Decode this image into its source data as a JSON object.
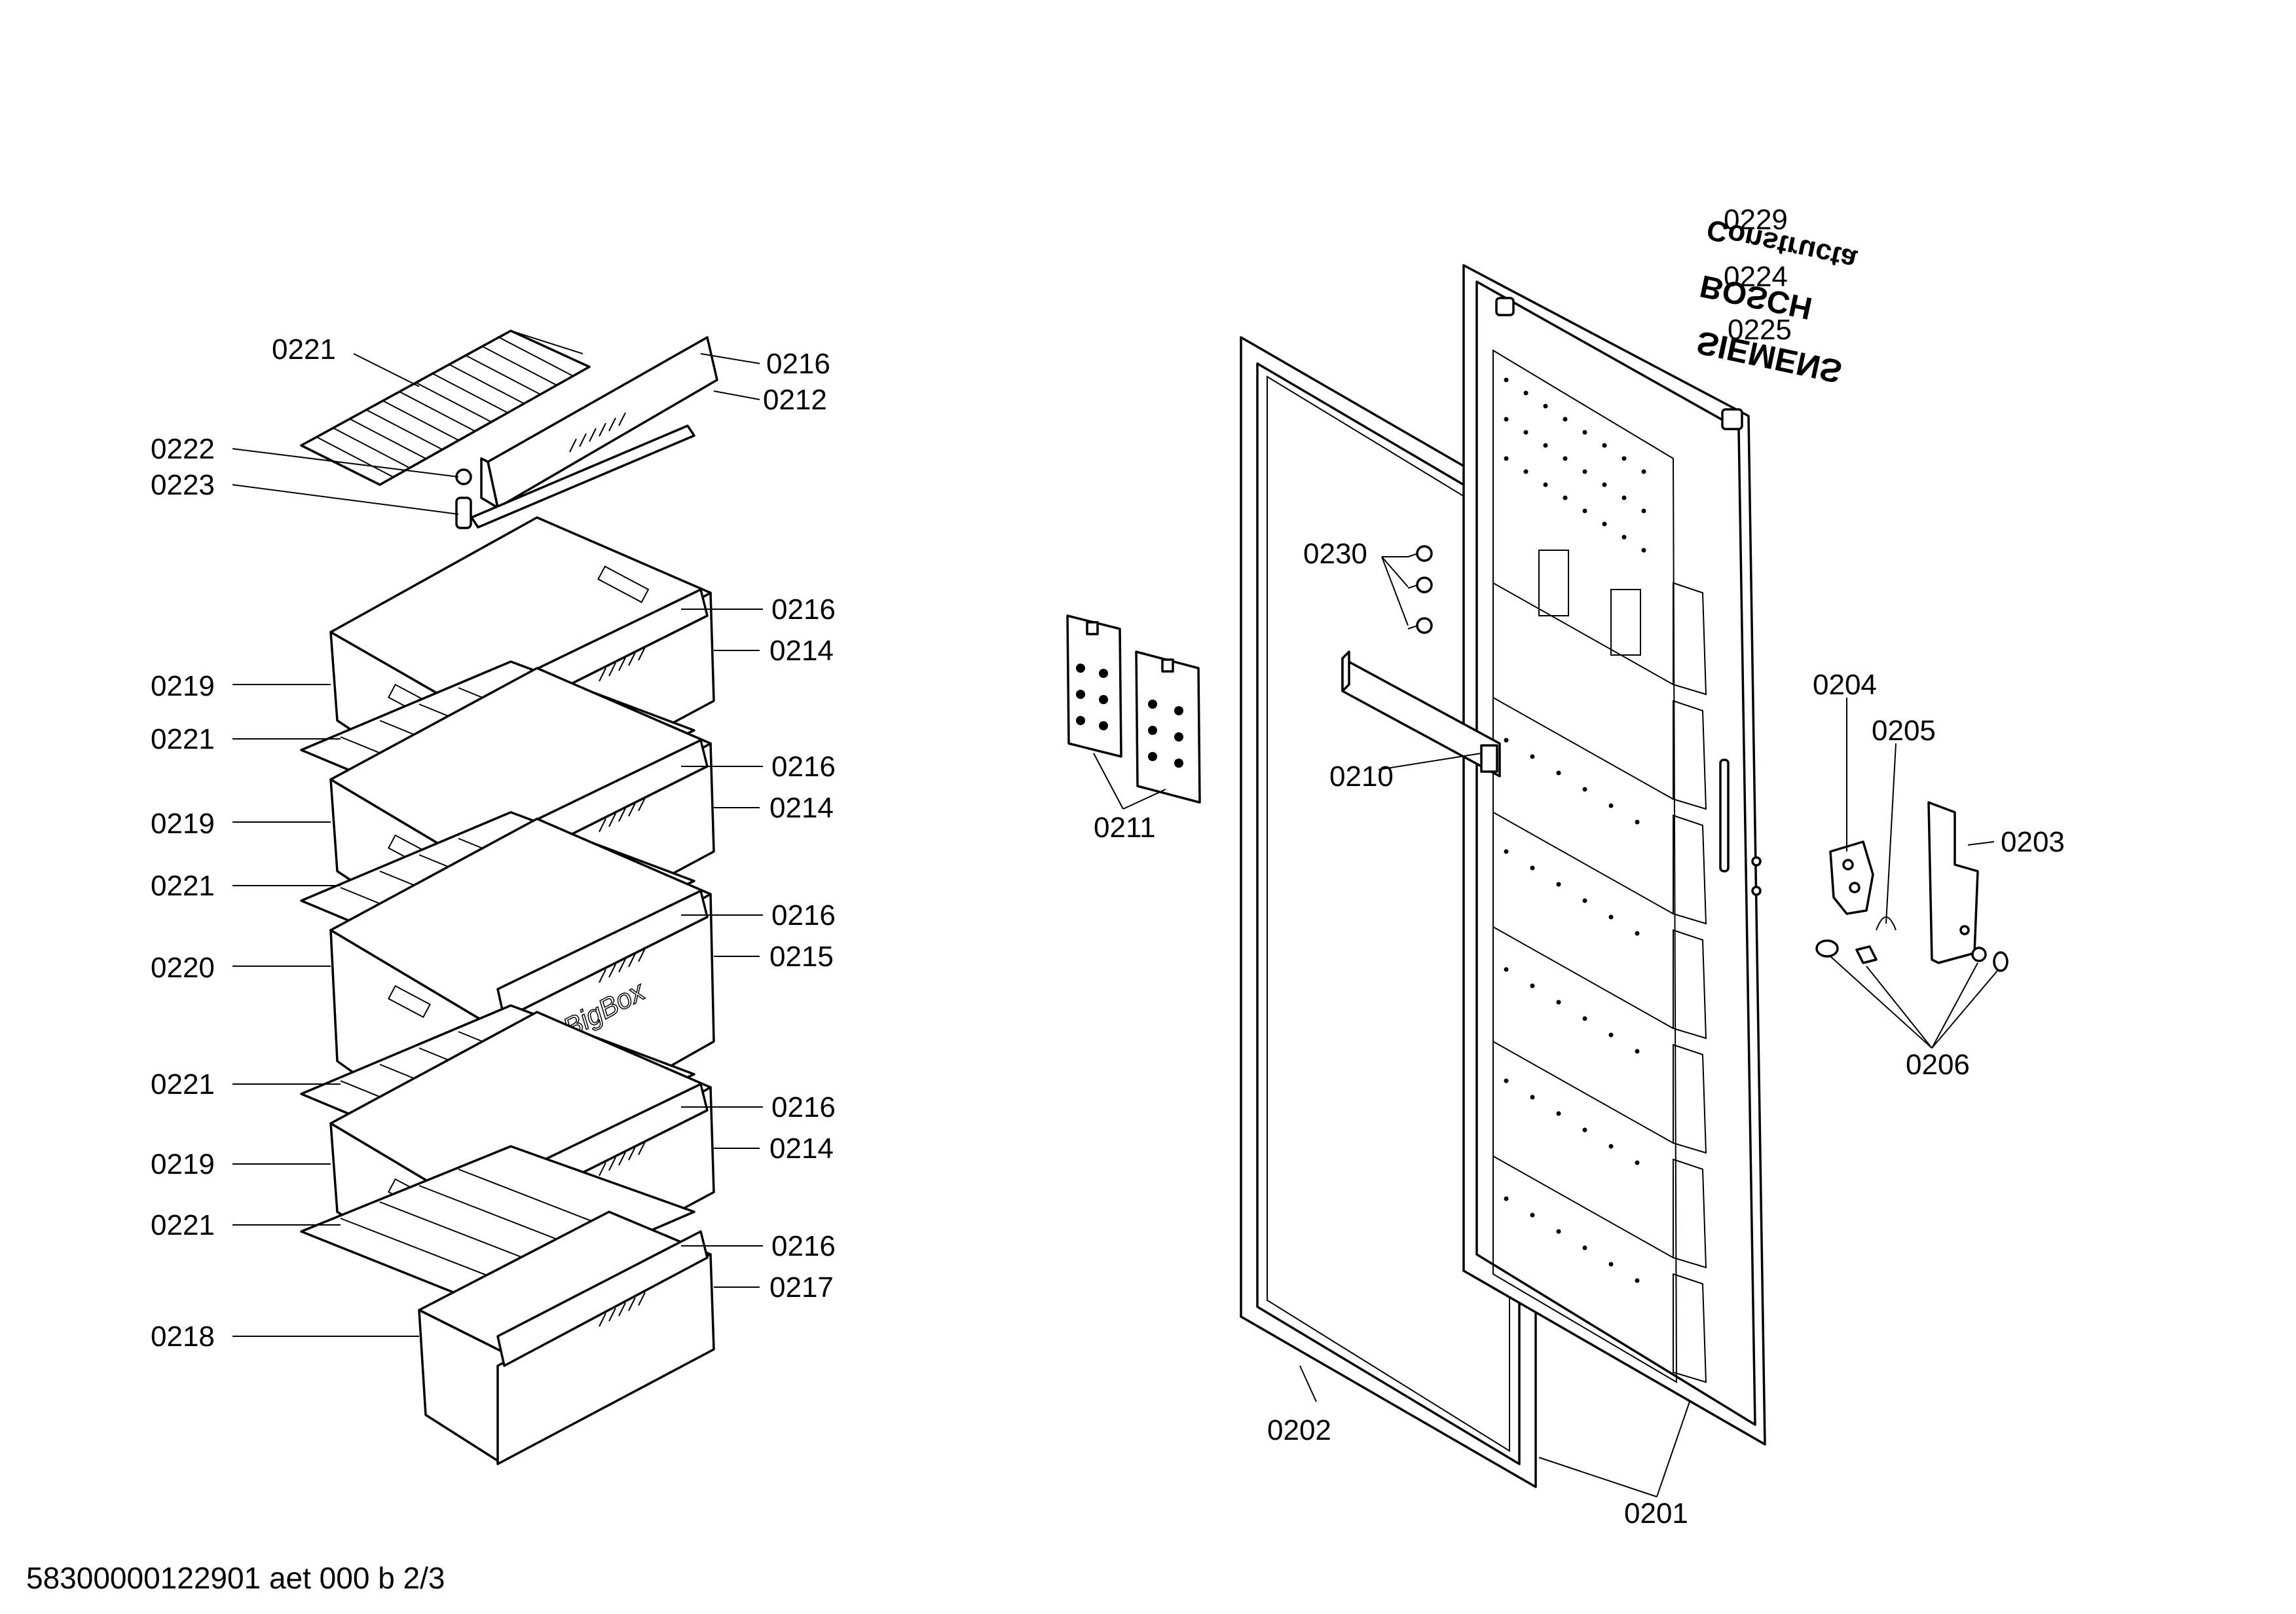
{
  "labels": {
    "l0221a": "0221",
    "l0216a": "0216",
    "l0212": "0212",
    "l0222": "0222",
    "l0223": "0223",
    "l0216b": "0216",
    "l0214a": "0214",
    "l0219a": "0219",
    "l0221b": "0221",
    "l0216c": "0216",
    "l0214b": "0214",
    "l0219b": "0219",
    "l0221c": "0221",
    "l0216d": "0216",
    "l0215": "0215",
    "l0220": "0220",
    "l0221d": "0221",
    "l0216e": "0216",
    "l0214c": "0214",
    "l0219c": "0219",
    "l0221e": "0221",
    "l0216f": "0216",
    "l0217": "0217",
    "l0218": "0218",
    "l0211": "0211",
    "l0230": "0230",
    "l0210": "0210",
    "l0202": "0202",
    "l0201": "0201",
    "l0229": "0229",
    "l0224": "0224",
    "l0225": "0225",
    "l0204": "0204",
    "l0205": "0205",
    "l0203": "0203",
    "l0206": "0206"
  },
  "brands": {
    "constructa": "Constructa",
    "bosch": "BOSCH",
    "siemens": "SIEMENS"
  },
  "drawer_text": "BigBox",
  "footer": "58300000122901 aet 000 b 2/3"
}
